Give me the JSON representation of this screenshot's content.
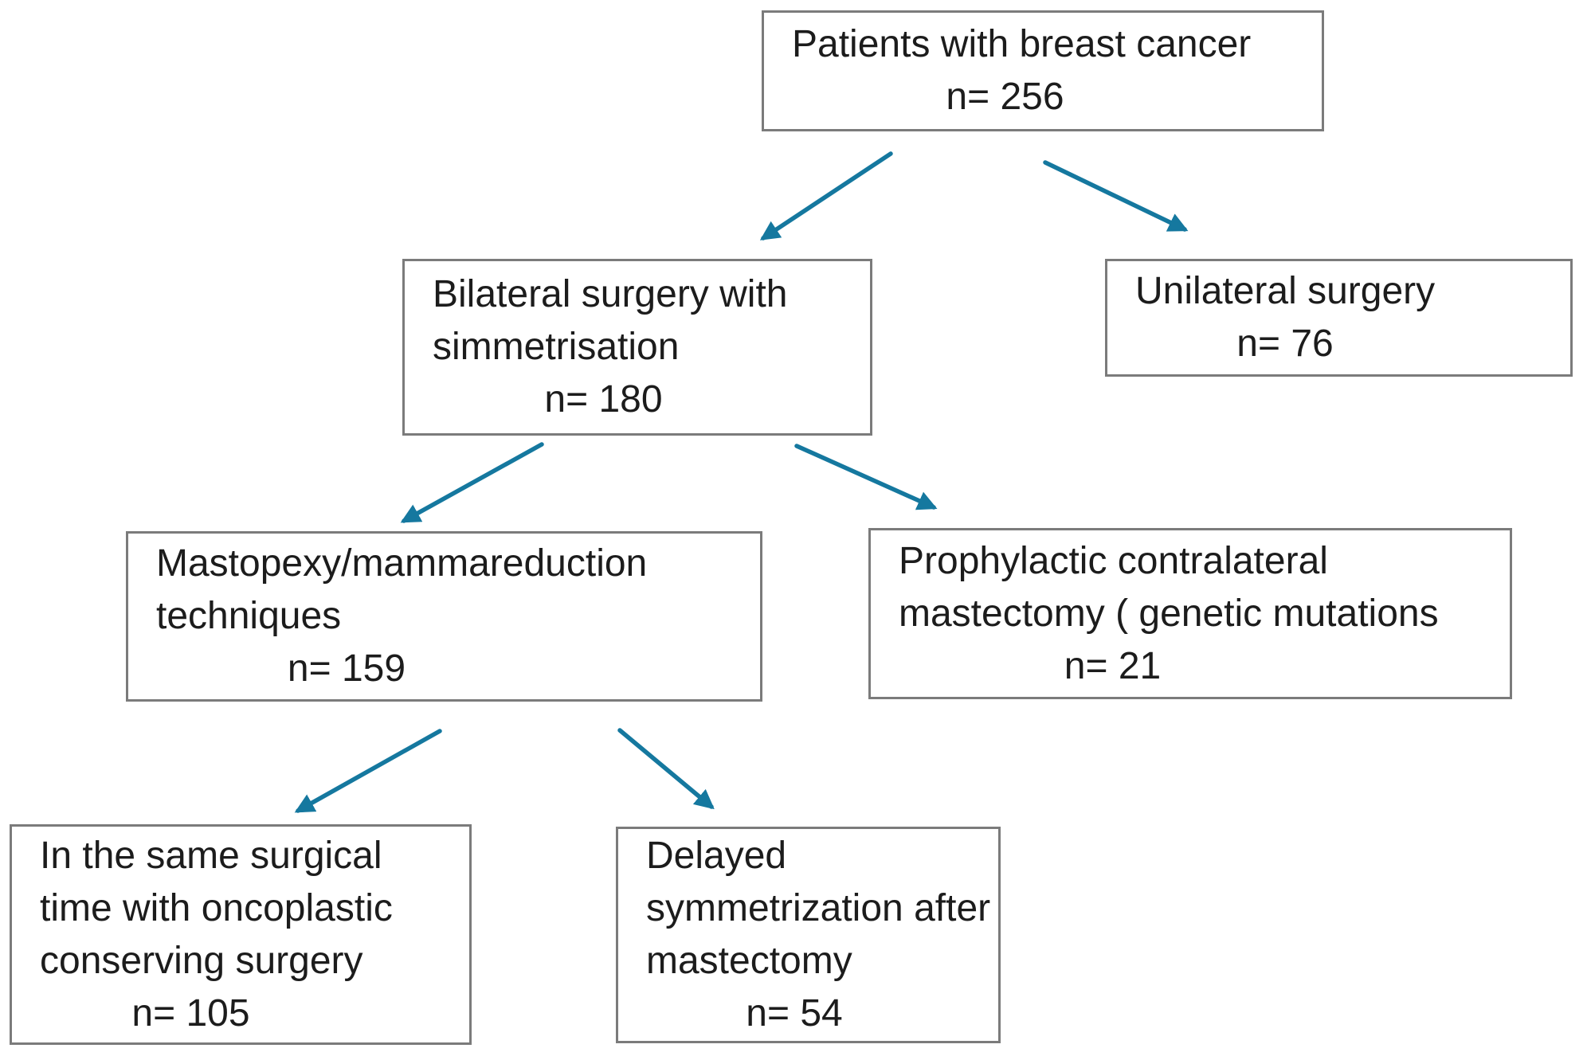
{
  "diagram": {
    "description": "Patient flowchart",
    "colors": {
      "arrow": "#15789f",
      "box_border": "#7b7b7b",
      "text": "#1c1c1c",
      "background": "#ffffff"
    },
    "nodes": {
      "patients": {
        "lines": [
          "Patients with breast cancer"
        ],
        "n": "n= 256"
      },
      "bilateral": {
        "lines": [
          "Bilateral surgery with",
          "simmetrisation"
        ],
        "n": "n= 180"
      },
      "unilateral": {
        "lines": [
          "Unilateral surgery"
        ],
        "n": "n= 76"
      },
      "mastopexy": {
        "lines": [
          "Mastopexy/mammareduction",
          "techniques"
        ],
        "n": "n= 159"
      },
      "prophylactic": {
        "lines": [
          "Prophylactic contralateral",
          "mastectomy ( genetic mutations"
        ],
        "n": "n= 21"
      },
      "sametime": {
        "lines": [
          "In the same surgical",
          "time with oncoplastic",
          "conserving surgery"
        ],
        "n": "n= 105"
      },
      "delayed": {
        "lines": [
          "Delayed",
          "symmetrization after",
          "mastectomy"
        ],
        "n": "n= 54"
      }
    },
    "edges": [
      {
        "from": "patients",
        "to": "bilateral"
      },
      {
        "from": "patients",
        "to": "unilateral"
      },
      {
        "from": "bilateral",
        "to": "mastopexy"
      },
      {
        "from": "bilateral",
        "to": "prophylactic"
      },
      {
        "from": "mastopexy",
        "to": "sametime"
      },
      {
        "from": "mastopexy",
        "to": "delayed"
      }
    ]
  }
}
